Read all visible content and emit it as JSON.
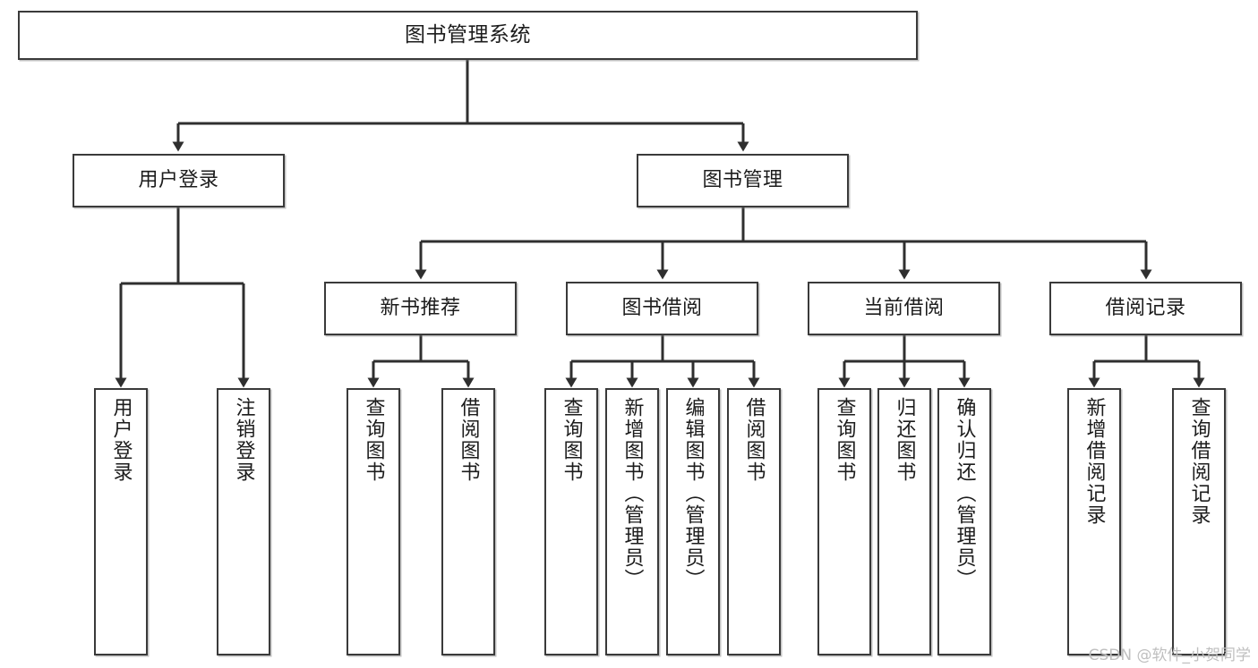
{
  "diagram": {
    "title": "图书管理系统",
    "type": "tree",
    "watermark": "CSDN @软件_小贺同学",
    "colors": {
      "box_border": "#3a3a3a",
      "box_fill": "#ffffff",
      "edge": "#2f2f2f",
      "text": "#1c1c1c",
      "watermark": "#bfbfbf"
    },
    "nodes": {
      "root": {
        "label": "图书管理系统",
        "level": 0
      },
      "user_login": {
        "label": "用户登录",
        "level": 1
      },
      "book_manage": {
        "label": "图书管理",
        "level": 1
      },
      "new_book_rec": {
        "label": "新书推荐",
        "level": 2
      },
      "book_borrow": {
        "label": "图书借阅",
        "level": 2
      },
      "current_borrow": {
        "label": "当前借阅",
        "level": 2
      },
      "borrow_record": {
        "label": "借阅记录",
        "level": 2
      },
      "leaf_user_login": {
        "label": "用户登录",
        "level": 3
      },
      "leaf_logout": {
        "label": "注销登录",
        "level": 3
      },
      "leaf_query_book_1": {
        "label": "查询图书",
        "level": 3
      },
      "leaf_borrow_book_1": {
        "label": "借阅图书",
        "level": 3
      },
      "leaf_query_book_2": {
        "label": "查询图书",
        "level": 3
      },
      "leaf_add_book": {
        "label": "新增图书（管理员）",
        "level": 3
      },
      "leaf_edit_book": {
        "label": "编辑图书（管理员）",
        "level": 3
      },
      "leaf_borrow_book_2": {
        "label": "借阅图书",
        "level": 3
      },
      "leaf_query_book_3": {
        "label": "查询图书",
        "level": 3
      },
      "leaf_return_book": {
        "label": "归还图书",
        "level": 3
      },
      "leaf_confirm_return": {
        "label": "确认归还（管理员）",
        "level": 3
      },
      "leaf_add_record": {
        "label": "新增借阅记录",
        "level": 3
      },
      "leaf_query_record": {
        "label": "查询借阅记录",
        "level": 3
      }
    },
    "edges": [
      {
        "from": "root",
        "to": "user_login"
      },
      {
        "from": "root",
        "to": "book_manage"
      },
      {
        "from": "user_login",
        "to": "leaf_user_login"
      },
      {
        "from": "user_login",
        "to": "leaf_logout"
      },
      {
        "from": "book_manage",
        "to": "new_book_rec"
      },
      {
        "from": "book_manage",
        "to": "book_borrow"
      },
      {
        "from": "book_manage",
        "to": "current_borrow"
      },
      {
        "from": "book_manage",
        "to": "borrow_record"
      },
      {
        "from": "new_book_rec",
        "to": "leaf_query_book_1"
      },
      {
        "from": "new_book_rec",
        "to": "leaf_borrow_book_1"
      },
      {
        "from": "book_borrow",
        "to": "leaf_query_book_2"
      },
      {
        "from": "book_borrow",
        "to": "leaf_add_book"
      },
      {
        "from": "book_borrow",
        "to": "leaf_edit_book"
      },
      {
        "from": "book_borrow",
        "to": "leaf_borrow_book_2"
      },
      {
        "from": "current_borrow",
        "to": "leaf_query_book_3"
      },
      {
        "from": "current_borrow",
        "to": "leaf_return_book"
      },
      {
        "from": "current_borrow",
        "to": "leaf_confirm_return"
      },
      {
        "from": "borrow_record",
        "to": "leaf_add_record"
      },
      {
        "from": "borrow_record",
        "to": "leaf_query_record"
      }
    ]
  }
}
